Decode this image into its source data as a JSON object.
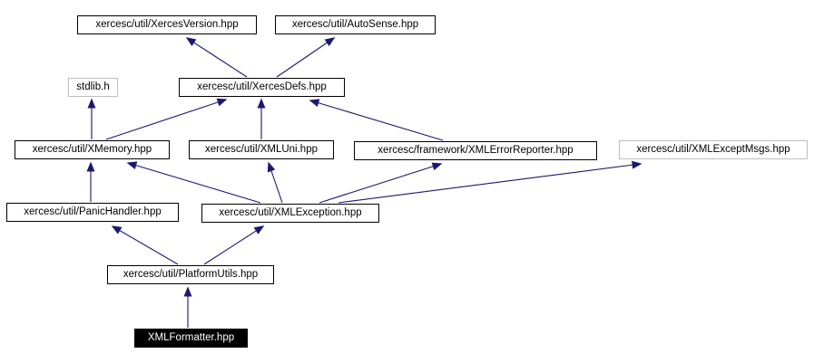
{
  "graph": {
    "colors": {
      "edge": "#191970",
      "node_border": "#000000",
      "node_background": "#ffffff",
      "external_node_border": "#bebebe",
      "focus_node_background": "#000000",
      "focus_node_text": "#ffffff"
    },
    "nodes": [
      {
        "id": "xercesversion",
        "label": "xercesc/util/XercesVersion.hpp",
        "variant": "normal"
      },
      {
        "id": "autosense",
        "label": "xercesc/util/AutoSense.hpp",
        "variant": "normal"
      },
      {
        "id": "stdlib",
        "label": "stdlib.h",
        "variant": "external"
      },
      {
        "id": "xercesdefs",
        "label": "xercesc/util/XercesDefs.hpp",
        "variant": "normal"
      },
      {
        "id": "xmemory",
        "label": "xercesc/util/XMemory.hpp",
        "variant": "normal"
      },
      {
        "id": "xmluni",
        "label": "xercesc/util/XMLUni.hpp",
        "variant": "normal"
      },
      {
        "id": "xmlerrorreporter",
        "label": "xercesc/framework/XMLErrorReporter.hpp",
        "variant": "normal"
      },
      {
        "id": "xmlexceptmsgs",
        "label": "xercesc/util/XMLExceptMsgs.hpp",
        "variant": "external"
      },
      {
        "id": "panichandler",
        "label": "xercesc/util/PanicHandler.hpp",
        "variant": "normal"
      },
      {
        "id": "xmlexception",
        "label": "xercesc/util/XMLException.hpp",
        "variant": "normal"
      },
      {
        "id": "platformutils",
        "label": "xercesc/util/PlatformUtils.hpp",
        "variant": "normal"
      },
      {
        "id": "xmlformatter",
        "label": "XMLFormatter.hpp",
        "variant": "focus"
      }
    ],
    "edges": [
      {
        "from": "xercesdefs",
        "to": "xercesversion"
      },
      {
        "from": "xercesdefs",
        "to": "autosense"
      },
      {
        "from": "xmemory",
        "to": "stdlib"
      },
      {
        "from": "xmemory",
        "to": "xercesdefs"
      },
      {
        "from": "xmluni",
        "to": "xercesdefs"
      },
      {
        "from": "xmlerrorreporter",
        "to": "xercesdefs"
      },
      {
        "from": "panichandler",
        "to": "xmemory"
      },
      {
        "from": "xmlexception",
        "to": "xmemory"
      },
      {
        "from": "xmlexception",
        "to": "xmluni"
      },
      {
        "from": "xmlexception",
        "to": "xmlerrorreporter"
      },
      {
        "from": "xmlexception",
        "to": "xmlexceptmsgs"
      },
      {
        "from": "platformutils",
        "to": "panichandler"
      },
      {
        "from": "platformutils",
        "to": "xmlexception"
      },
      {
        "from": "xmlformatter",
        "to": "platformutils"
      }
    ]
  }
}
